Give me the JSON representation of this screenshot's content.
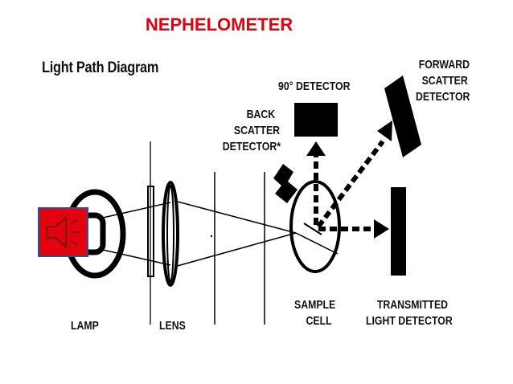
{
  "slide": {
    "title": "NEPHELOMETER",
    "title_color": "#e3000f"
  },
  "diagram": {
    "title": "Light Path Diagram",
    "labels": {
      "lamp": "LAMP",
      "lens": "LENS",
      "sample_cell": [
        "SAMPLE",
        "CELL"
      ],
      "transmitted": [
        "TRANSMITTED",
        "LIGHT DETECTOR"
      ],
      "back_scatter": [
        "BACK",
        "SCATTER",
        "DETECTOR*"
      ],
      "ninety": "90° DETECTOR",
      "forward": [
        "FORWARD",
        "SCATTER",
        "DETECTOR"
      ]
    }
  },
  "audio_icon": {
    "name": "speaker-icon",
    "background": "#e3000f",
    "border": "#2f4f8f"
  }
}
